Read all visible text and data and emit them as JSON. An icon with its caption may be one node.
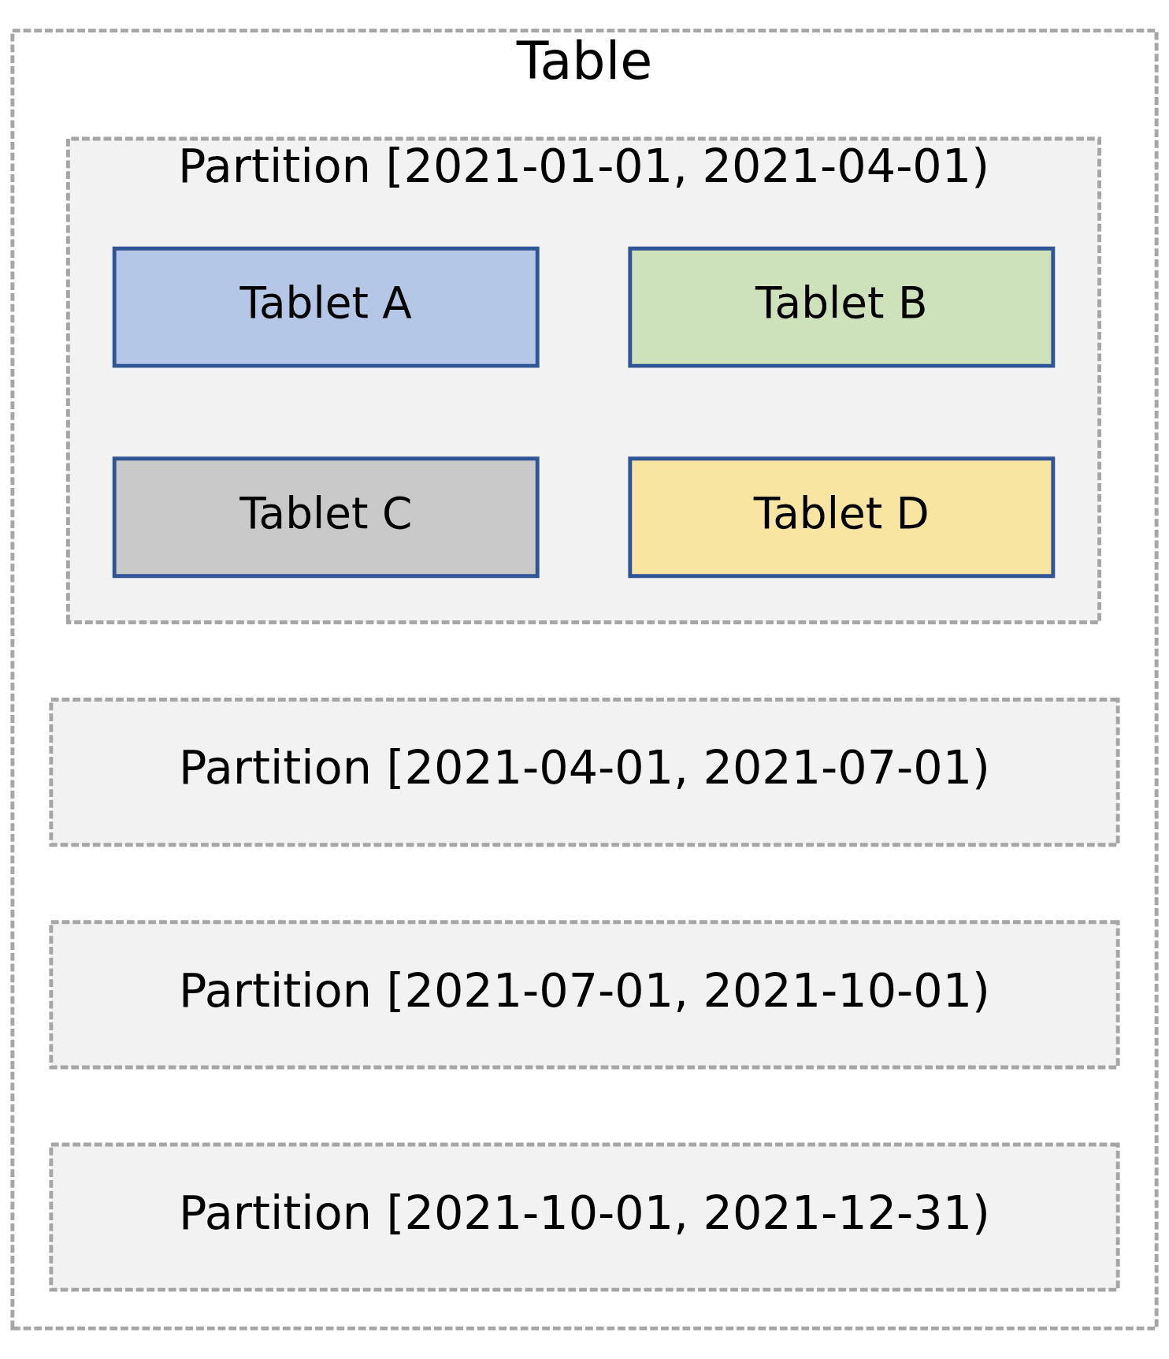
{
  "diagram": {
    "nodes": [
      {
        "text": [
          "Table"
        ]
      },
      {
        "text": [
          "Partition [2021-01-01, 2021-04-01)"
        ],
        "in": 0
      },
      {
        "text": [
          "Tablet A"
        ],
        "in": 1
      },
      {
        "text": [
          "Tablet B"
        ],
        "in": 1
      },
      {
        "text": [
          "Tablet C"
        ],
        "in": 1
      },
      {
        "text": [
          "Tablet D"
        ],
        "in": 1
      },
      {
        "text": [
          "Partition [2021-04-01, 2021-07-01)"
        ],
        "in": 0
      },
      {
        "text": [
          "Partition [2021-07-01, 2021-10-01)"
        ],
        "in": 0
      },
      {
        "text": [
          "Partition [2021-10-01, 2021-12-31)"
        ],
        "in": 0
      }
    ]
  }
}
